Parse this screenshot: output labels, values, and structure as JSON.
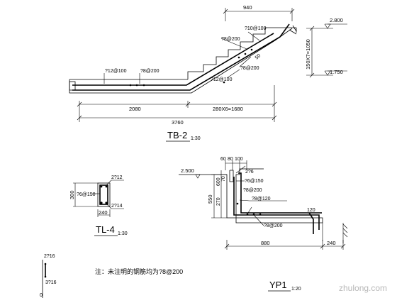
{
  "watermark": "zhulong.com",
  "tb2": {
    "title": "TB-2",
    "scale": "1:30",
    "dims": {
      "top": "940",
      "overall": "3760",
      "landing": "2080",
      "treads": "280X6=1680",
      "risers": "150X7=1050"
    },
    "levels": {
      "upper": "2.800",
      "lower": "1.750"
    },
    "labels": {
      "bottom_top_bar": "?12@100",
      "bottom_dist": "?8@200",
      "upper_top": "?10@100",
      "upper_dist": "?8@200",
      "mid_dist": "?8@200",
      "bottom_main": "?12@100",
      "hook": "50"
    }
  },
  "tl4": {
    "title": "TL-4",
    "scale": "1:30",
    "height": "300",
    "width": "240",
    "top_bars": "2?12",
    "stirrup": "?6@150",
    "bottom_bars": "2?14"
  },
  "yp1": {
    "title": "YP1",
    "scale": "1:20",
    "level": "2.500",
    "dims": {
      "top_a": "60",
      "top_b": "80",
      "top_c": "100",
      "h_total": "550",
      "h_upper": "600",
      "h_mid": "270",
      "h_small": "70",
      "width": "880",
      "wall": "240",
      "corner": "120"
    },
    "labels": {
      "top_bars": "2?6",
      "stirrup": "?6@150",
      "main": "?8@120",
      "dist": "?8@200",
      "side": "?8@200"
    }
  },
  "misc": {
    "top_bar": "2?16",
    "bottom_bar": "3?16",
    "edge": "0"
  },
  "note": "注：未注明的钢筋均为?8@200"
}
